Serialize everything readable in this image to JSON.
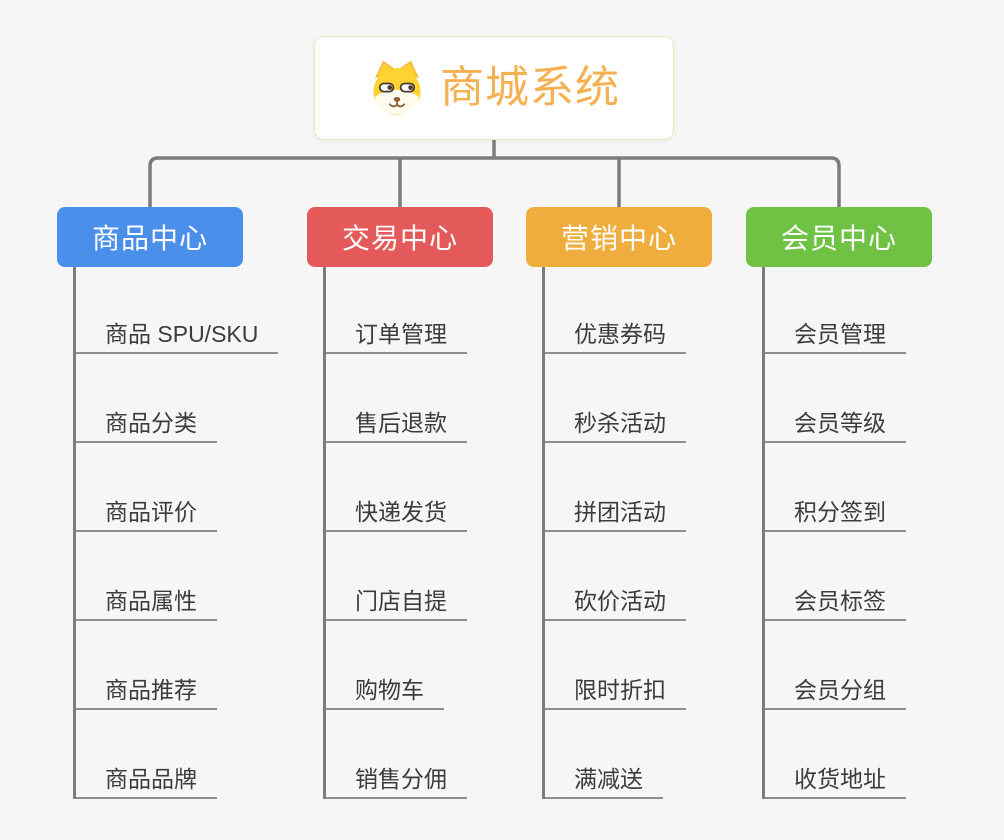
{
  "root": {
    "title": "商城系统",
    "icon": "shiba-dog-icon",
    "title_color": "#F5B052",
    "border_color": "#EFC27C"
  },
  "branches": [
    {
      "label": "商品中心",
      "color": "#4A8FE9",
      "children": [
        "商品 SPU/SKU",
        "商品分类",
        "商品评价",
        "商品属性",
        "商品推荐",
        "商品品牌"
      ]
    },
    {
      "label": "交易中心",
      "color": "#E45A5A",
      "children": [
        "订单管理",
        "售后退款",
        "快递发货",
        "门店自提",
        "购物车",
        "销售分佣"
      ]
    },
    {
      "label": "营销中心",
      "color": "#EFAD3D",
      "children": [
        "优惠券码",
        "秒杀活动",
        "拼团活动",
        "砍价活动",
        "限时折扣",
        "满减送"
      ]
    },
    {
      "label": "会员中心",
      "color": "#6FC243",
      "children": [
        "会员管理",
        "会员等级",
        "积分签到",
        "会员标签",
        "会员分组",
        "收货地址"
      ]
    }
  ],
  "style": {
    "connector_color": "#7C7C7C",
    "underline_color": "#8F8F8F",
    "text_color": "#3C3C3C",
    "background": "#F5F6F5"
  }
}
